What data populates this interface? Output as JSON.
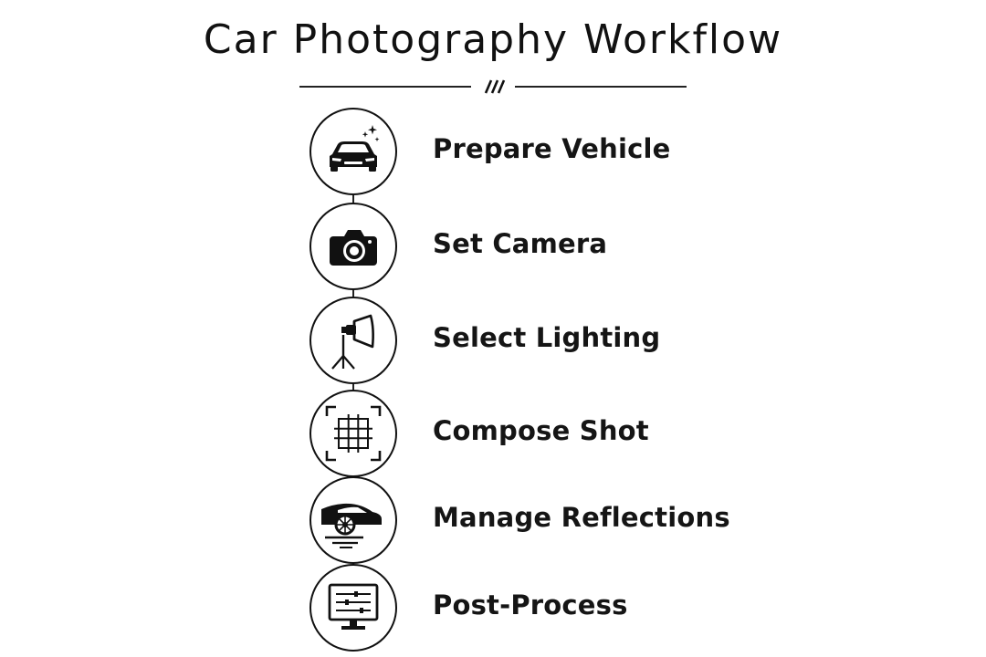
{
  "diagram": {
    "title": "Car Photography Workflow",
    "steps": [
      {
        "label": "Prepare Vehicle",
        "icon": "car-front-sparkle-icon"
      },
      {
        "label": "Set Camera",
        "icon": "camera-icon"
      },
      {
        "label": "Select Lighting",
        "icon": "softbox-light-icon"
      },
      {
        "label": "Compose Shot",
        "icon": "framing-grid-icon"
      },
      {
        "label": "Manage Reflections",
        "icon": "car-side-reflection-icon"
      },
      {
        "label": "Post-Process",
        "icon": "monitor-sliders-icon"
      }
    ]
  }
}
